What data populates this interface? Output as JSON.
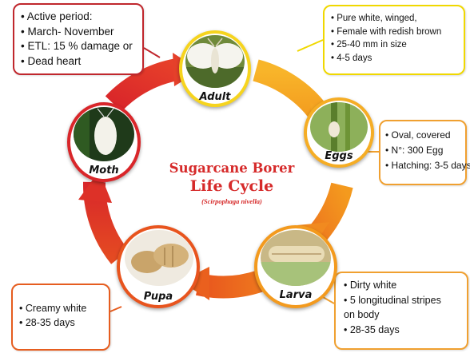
{
  "title": {
    "line1": "Sugarcane Borer",
    "line2": "Life Cycle",
    "scientific_name": "(Scirpophaga nivella)"
  },
  "stages": {
    "adult": "Adult",
    "eggs": "Eggs",
    "larva": "Larva",
    "pupa": "Pupa",
    "moth": "Moth"
  },
  "notes": {
    "active": [
      "Active period:",
      "March- November",
      "ETL: 15 % damage or",
      "Dead heart"
    ],
    "adult": [
      "Pure white, winged,",
      "Female with redish brown",
      "25-40 mm in size",
      "4-5 days"
    ],
    "eggs": [
      "Oval, covered",
      "N°: 300 Egg",
      "Hatching: 3-5 days"
    ],
    "larva": [
      "Dirty white",
      "5 longitudinal stripes",
      "on body",
      "28-35 days"
    ],
    "pupa": [
      "Creamy white",
      "28-35 days"
    ]
  },
  "colors": {
    "red": "#d9262a",
    "orange_red": "#ea5a1e",
    "orange": "#f39a1e",
    "amber": "#f7b92a",
    "yellow": "#f5e01a"
  }
}
